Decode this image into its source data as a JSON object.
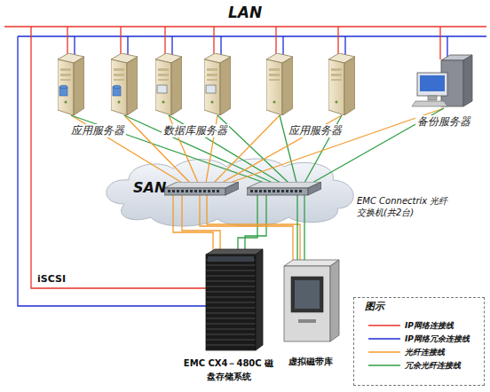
{
  "diagram": {
    "nodes": [
      {
        "text": [
          "LAN"
        ]
      },
      {
        "text": [
          "应用服务器"
        ]
      },
      {
        "text": [
          "数据库服务器"
        ]
      },
      {
        "text": [
          "应用服务器"
        ]
      },
      {
        "text": [
          "备份服务器"
        ]
      },
      {
        "text": [
          "SAN",
          "EMC Connectrix 光纤交换机(共2台)"
        ]
      },
      {
        "text": [
          "EMC CX4－480C 磁盘存储系统"
        ]
      },
      {
        "text": [
          "虚拟磁带库"
        ]
      }
    ],
    "edges": [
      {
        "from": 0,
        "to": 1,
        "arrow": "none"
      },
      {
        "from": 0,
        "to": 2,
        "arrow": "none"
      },
      {
        "from": 0,
        "to": 3,
        "arrow": "none"
      },
      {
        "from": 0,
        "to": 4,
        "arrow": "none"
      },
      {
        "from": 0,
        "to": 6,
        "label": "iSCSI",
        "arrow": "none"
      },
      {
        "from": 1,
        "to": 5,
        "arrow": "none"
      },
      {
        "from": 2,
        "to": 5,
        "arrow": "none"
      },
      {
        "from": 3,
        "to": 5,
        "arrow": "none"
      },
      {
        "from": 4,
        "to": 5,
        "arrow": "none"
      },
      {
        "from": 5,
        "to": 6,
        "arrow": "none"
      },
      {
        "from": 5,
        "to": 7,
        "arrow": "none"
      }
    ],
    "labels": [
      "图示"
    ],
    "legend": [
      {
        "text": "IP网络连接线"
      },
      {
        "text": "IP网络冗余连接线"
      },
      {
        "text": "光纤连接线"
      },
      {
        "text": "冗余光纤连接线"
      }
    ]
  }
}
